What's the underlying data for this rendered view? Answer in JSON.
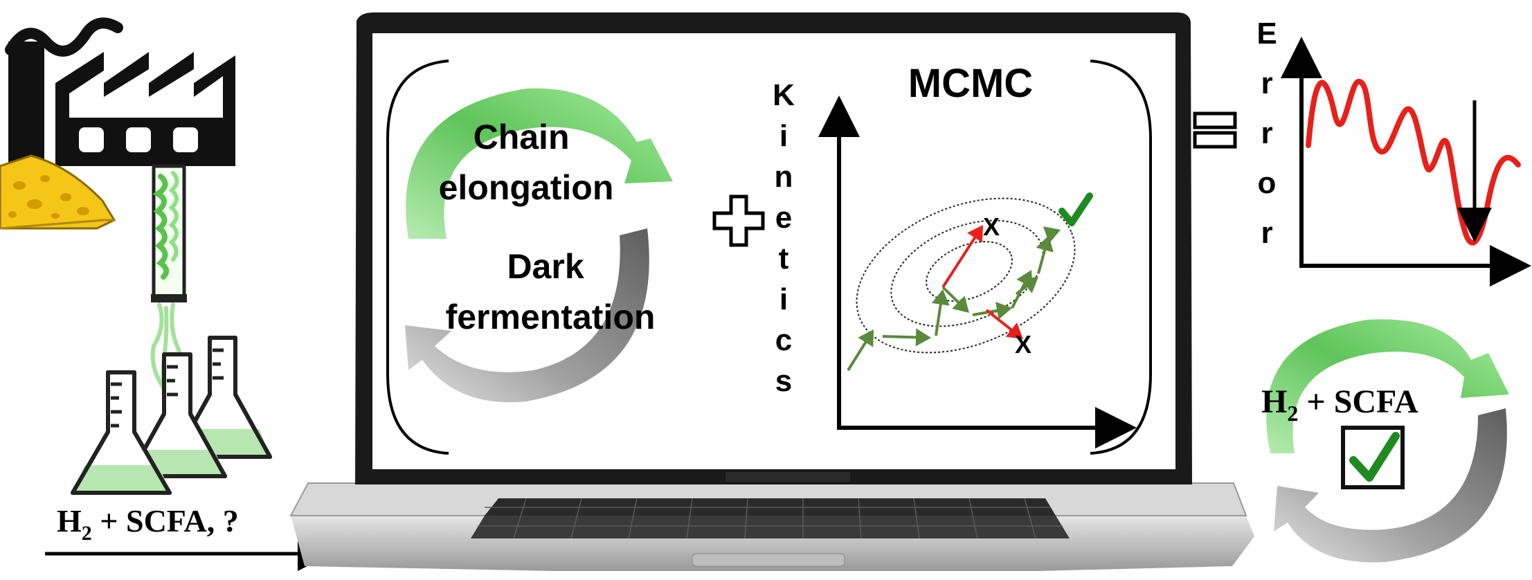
{
  "cycle": {
    "upper_label_line1": "Chain",
    "upper_label_line2": "elongation",
    "lower_label_line1": "Dark",
    "lower_label_line2": "fermentation"
  },
  "kinetics": {
    "vertical_label": "Kinetics"
  },
  "mcmc": {
    "title": "MCMC"
  },
  "error_plot": {
    "vertical_label": "Error"
  },
  "products_input": {
    "prefix": "H",
    "subscript": "2",
    "suffix": " + SCFA, ?"
  },
  "products_output": {
    "prefix": "H",
    "subscript": "2",
    "suffix": " + SCFA"
  },
  "colors": {
    "green_arrow": "#7ed97a",
    "grey_arrow": "#8a8a8a",
    "walk_green": "#5a8a3a",
    "walk_red": "#e8201a",
    "error_curve": "#e8201a",
    "check_green": "#1f8a1f",
    "laptop_frame": "#1a1a1a",
    "laptop_silver": "#c8c8c8"
  }
}
